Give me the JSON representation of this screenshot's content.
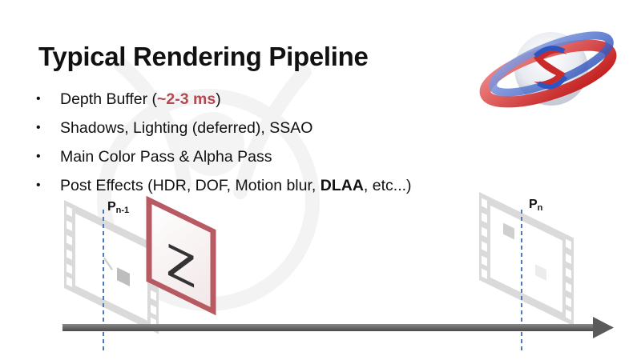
{
  "slide": {
    "title": "Typical Rendering Pipeline",
    "bullets": [
      {
        "text": "Depth Buffer (",
        "highlight": "~2-3 ms",
        "suffix": ")"
      },
      {
        "text": "Shadows, Lighting (deferred), SSAO"
      },
      {
        "text": "Main Color Pass & Alpha Pass"
      },
      {
        "text": "Post Effects (HDR, DOF, Motion blur, ",
        "highlight": "DLAA",
        "suffix": ", etc...)"
      }
    ],
    "bullet_glyph": "•"
  },
  "diagram": {
    "frame_prev": {
      "main": "P",
      "sub": "n-1"
    },
    "frame_curr": {
      "main": "P",
      "sub": "n"
    },
    "z_letter": "Z",
    "icons": [
      "film-frame-icon",
      "z-buffer-icon",
      "timeline-arrow-icon",
      "logo-icon"
    ]
  },
  "colors": {
    "accent_red": "#b34a4f",
    "film_gray": "#d6d6d6",
    "timeline": "#666666",
    "dashed_line": "#4d79b8"
  }
}
